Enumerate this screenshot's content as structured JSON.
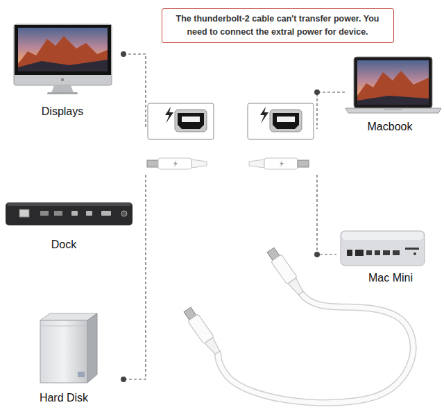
{
  "diagram": {
    "nodes": [
      {
        "text": [
          "The thunderbolt-2 cable can't transfer power. You need to connect the extral power for device."
        ]
      },
      {
        "text": [
          "Displays"
        ]
      },
      {
        "text": [
          "Macbook"
        ]
      },
      {
        "text": [
          "Dock"
        ]
      },
      {
        "text": [
          "Mac Mini"
        ]
      },
      {
        "text": [
          "Hard Disk"
        ]
      }
    ]
  }
}
